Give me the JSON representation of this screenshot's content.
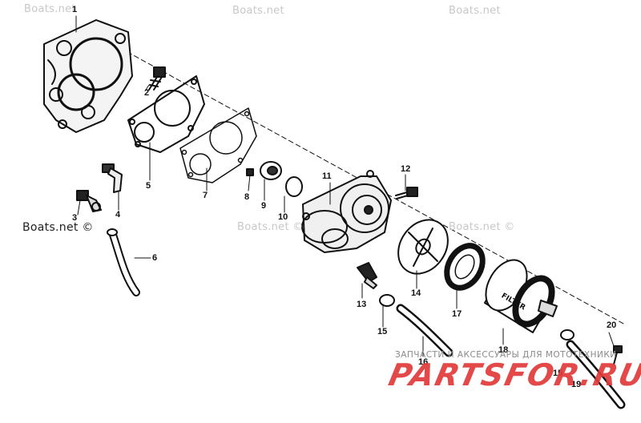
{
  "watermarks": {
    "top_left": "Boats.net",
    "top_center": "Boats.net",
    "top_right": "Boats.net",
    "left": "Boats.net ©",
    "center": "Boats.net ©",
    "right": "Boats.net ©"
  },
  "callouts": [
    "1",
    "2",
    "3",
    "4",
    "5",
    "6",
    "7",
    "8",
    "9",
    "10",
    "11",
    "12",
    "13",
    "14",
    "15",
    "16",
    "17",
    "18",
    "15",
    "19",
    "20"
  ],
  "banner": {
    "tagline": "ЗАПЧАСТИ И АКСЕССУАРЫ ДЛЯ МОТОТЕХНИКИ",
    "logo": "PARTSFOR.RU"
  },
  "filter_label": "FILTER",
  "colors": {
    "ink": "#111111",
    "watermark": "#c8c8c8",
    "logo": "#e23a3a"
  }
}
